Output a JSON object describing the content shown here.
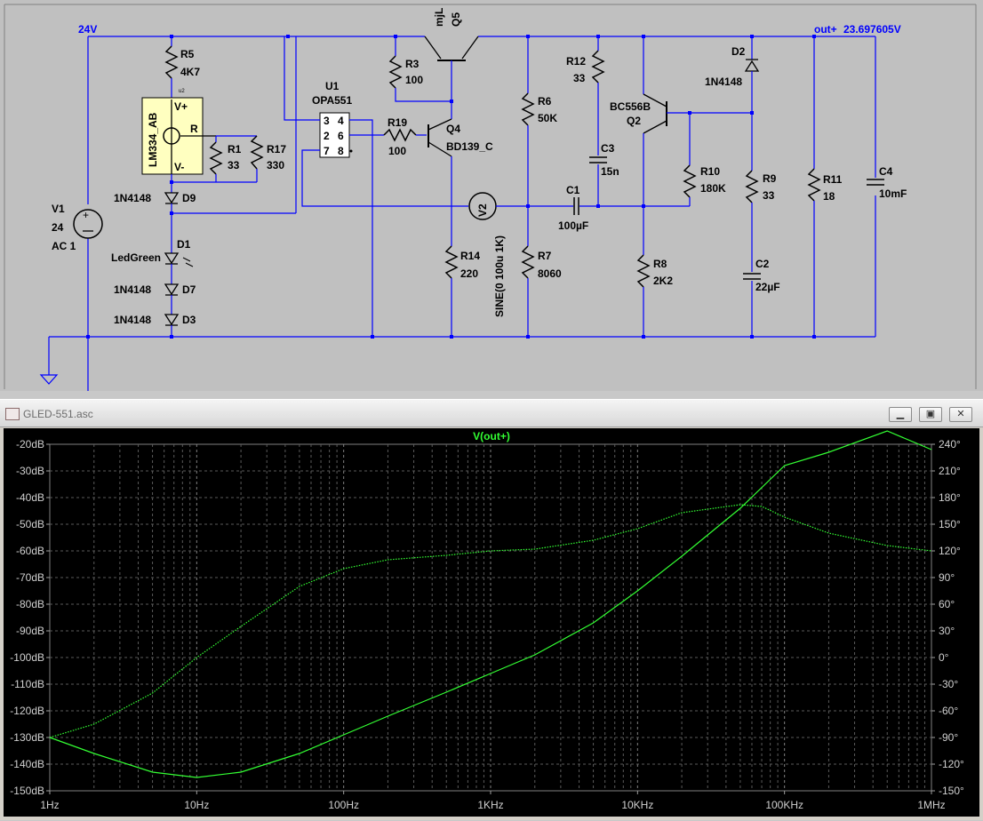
{
  "schematic": {
    "node_labels": {
      "supply": "24V",
      "out": "out+",
      "out_value": "23.697605V"
    },
    "components": {
      "R5": {
        "ref": "R5",
        "value": "4K7"
      },
      "R3": {
        "ref": "R3",
        "value": "100"
      },
      "R19": {
        "ref": "R19",
        "value": "100"
      },
      "R1": {
        "ref": "R1",
        "value": "33"
      },
      "R17": {
        "ref": "R17",
        "value": "330"
      },
      "R14": {
        "ref": "R14",
        "value": "220"
      },
      "R6": {
        "ref": "R6",
        "value": "50K"
      },
      "R7": {
        "ref": "R7",
        "value": "8060"
      },
      "R12": {
        "ref": "R12",
        "value": "33"
      },
      "R10": {
        "ref": "R10",
        "value": "180K"
      },
      "R8": {
        "ref": "R8",
        "value": "2K2"
      },
      "R9": {
        "ref": "R9",
        "value": "33"
      },
      "R11": {
        "ref": "R11",
        "value": "18"
      },
      "C3": {
        "ref": "C3",
        "value": "15n"
      },
      "C1": {
        "ref": "C1",
        "value": "100µF"
      },
      "C2": {
        "ref": "C2",
        "value": "22µF"
      },
      "C4": {
        "ref": "C4",
        "value": "10mF"
      },
      "D9": {
        "ref": "D9",
        "value": "1N4148"
      },
      "D7": {
        "ref": "D7",
        "value": "1N4148"
      },
      "D3": {
        "ref": "D3",
        "value": "1N4148"
      },
      "D2": {
        "ref": "D2",
        "value": "1N4148"
      },
      "D1": {
        "ref": "D1",
        "value": "LedGreen"
      },
      "V1": {
        "ref": "V1",
        "value": "24",
        "extra": "AC 1"
      },
      "V2": {
        "ref": "V2",
        "value": "SINE(0 100u 1K)"
      },
      "U1": {
        "ref": "U1",
        "value": "OPA551",
        "pins": [
          "3",
          "4",
          "2",
          "6",
          "7",
          "8"
        ]
      },
      "U2": {
        "ref": "u2",
        "value": "LM334_AB",
        "pin_vp": "V+",
        "pin_r": "R",
        "pin_vm": "V-"
      },
      "Q5": {
        "ref": "Q5",
        "value": "mjL"
      },
      "Q4": {
        "ref": "Q4",
        "value": "BD139_C"
      },
      "Q2": {
        "ref": "Q2",
        "value": "BC556B"
      }
    }
  },
  "window": {
    "title": "GLED-551.asc",
    "minimize_icon": "minimize-icon",
    "maximize_icon": "restore-icon",
    "close_icon": "close-icon"
  },
  "chart_data": {
    "type": "line",
    "title": "V(out+)",
    "x_scale": "log",
    "xlim": [
      1,
      1000000
    ],
    "x_ticks": [
      "1Hz",
      "10Hz",
      "100Hz",
      "1KHz",
      "10KHz",
      "100KHz",
      "1MHz"
    ],
    "ylim_left": [
      -150,
      -20
    ],
    "y_ticks_left": [
      "-20dB",
      "-30dB",
      "-40dB",
      "-50dB",
      "-60dB",
      "-70dB",
      "-80dB",
      "-90dB",
      "-100dB",
      "-110dB",
      "-120dB",
      "-130dB",
      "-140dB",
      "-150dB"
    ],
    "ylim_right": [
      -150,
      240
    ],
    "y_ticks_right": [
      "240°",
      "210°",
      "180°",
      "150°",
      "120°",
      "90°",
      "60°",
      "30°",
      "0°",
      "-30°",
      "-60°",
      "-90°",
      "-120°",
      "-150°"
    ],
    "grid": true,
    "color": "#33ff33",
    "series": [
      {
        "name": "magnitude",
        "axis": "left",
        "style": "solid",
        "x": [
          1,
          2,
          5,
          10,
          20,
          50,
          100,
          200,
          500,
          1000,
          2000,
          5000,
          10000,
          20000,
          50000,
          100000,
          200000,
          500000,
          1000000
        ],
        "values": [
          -130,
          -136,
          -143,
          -145,
          -143,
          -136,
          -129,
          -122,
          -113,
          -106,
          -99,
          -87,
          -75,
          -62,
          -44,
          -28,
          -23,
          -15,
          -22
        ]
      },
      {
        "name": "phase",
        "axis": "right",
        "style": "dotted",
        "x": [
          1,
          2,
          5,
          10,
          20,
          50,
          100,
          200,
          500,
          1000,
          2000,
          5000,
          10000,
          20000,
          50000,
          70000,
          100000,
          200000,
          500000,
          1000000
        ],
        "values": [
          -90,
          -75,
          -40,
          0,
          35,
          80,
          100,
          110,
          115,
          120,
          122,
          132,
          145,
          163,
          172,
          170,
          158,
          140,
          126,
          120
        ]
      }
    ]
  }
}
